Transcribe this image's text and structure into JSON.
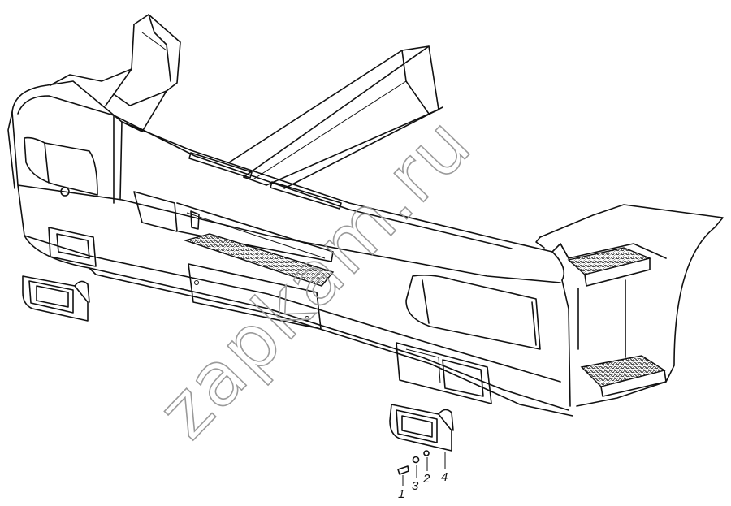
{
  "watermark": {
    "text": "zapkam.ru"
  },
  "callouts": [
    {
      "id": "1",
      "label": "1"
    },
    {
      "id": "3",
      "label": "3"
    },
    {
      "id": "2",
      "label": "2"
    },
    {
      "id": "4",
      "label": "4"
    }
  ]
}
